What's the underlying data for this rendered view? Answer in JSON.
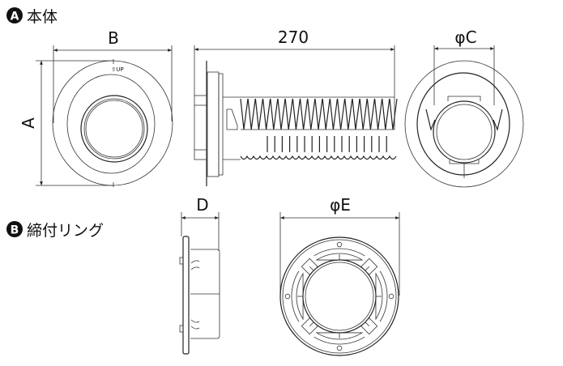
{
  "section_a": {
    "badge": "A",
    "title": "本体"
  },
  "section_b": {
    "badge": "B",
    "title": "締付リング"
  },
  "dimensions": {
    "a": "A",
    "b": "B",
    "length": "270",
    "c": "φC",
    "d": "D",
    "e": "φE"
  },
  "front_view": {
    "up_mark": "⇧UP"
  },
  "colors": {
    "line": "#222222",
    "badge": "#111111"
  }
}
